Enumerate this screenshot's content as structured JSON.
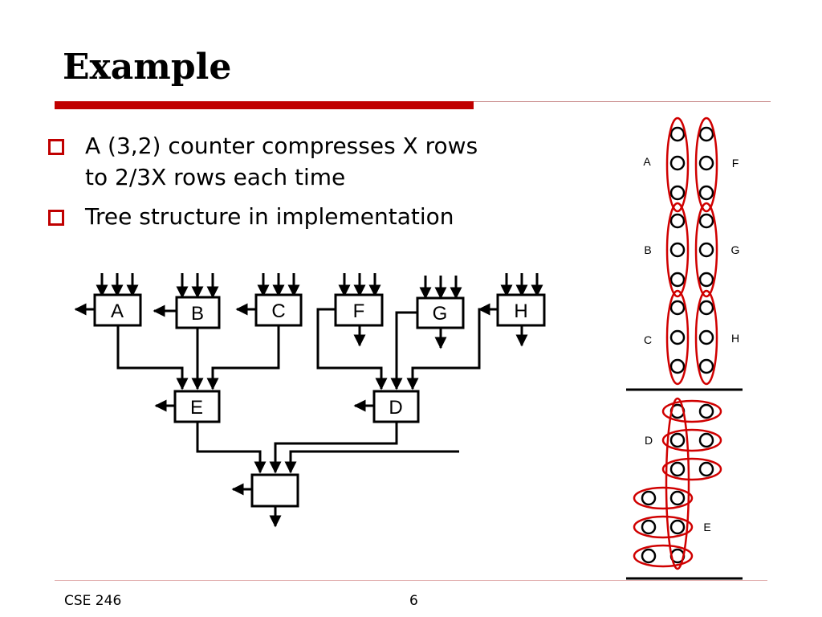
{
  "slide": {
    "title": "Example",
    "bullets": [
      {
        "lines": [
          "A (3,2) counter compresses X rows",
          "to 2/3X  rows each time"
        ]
      },
      {
        "lines": [
          "Tree structure in implementation"
        ]
      }
    ],
    "footer": {
      "course": "CSE 246",
      "page": "6"
    }
  },
  "tree_diagram": {
    "top_counters": [
      "A",
      "B",
      "C",
      "F",
      "G",
      "H"
    ],
    "second_level": [
      "E",
      "D"
    ],
    "final_counter": ""
  },
  "dot_diagram": {
    "left_labels": [
      "A",
      "B",
      "C"
    ],
    "right_labels": [
      "F",
      "G",
      "H"
    ],
    "lower_labels": [
      "D",
      "E"
    ],
    "group_color": "#d00000"
  }
}
